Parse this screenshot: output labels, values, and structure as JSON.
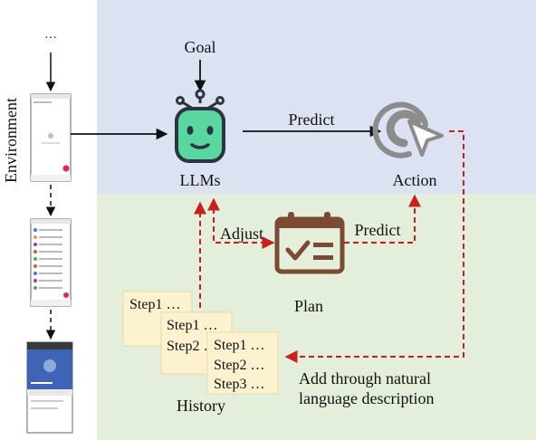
{
  "environment": {
    "label": "Environment",
    "ellipsis": "···"
  },
  "goal": {
    "label": "Goal"
  },
  "llm": {
    "label": "LLMs"
  },
  "edges": {
    "predict_action": "Predict",
    "adjust": "Adjust",
    "predict_plan": "Predict"
  },
  "action": {
    "label": "Action"
  },
  "plan": {
    "label": "Plan"
  },
  "history": {
    "label": "History",
    "cards": [
      {
        "lines": [
          "Step1 …"
        ]
      },
      {
        "lines": [
          "Step1 …",
          "Step2 …"
        ]
      },
      {
        "lines": [
          "Step1 …",
          "Step2 …",
          "Step3 …"
        ]
      }
    ]
  },
  "feedback": {
    "line1": "Add through natural",
    "line2": "language description"
  },
  "colors": {
    "top_panel": "#dbe3f3",
    "bottom_panel": "#e3eedb",
    "robot_face": "#5ad6a0",
    "robot_outline": "#2c3440",
    "dashed_arrow": "#c8201e",
    "plan_icon": "#7b4a33",
    "card_fill": "#fdf2cf",
    "action_icon": "#8c8c8c"
  }
}
